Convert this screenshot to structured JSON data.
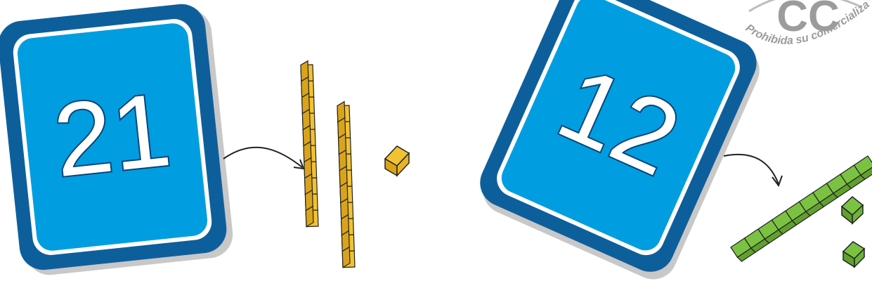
{
  "cards": [
    {
      "number": "21",
      "represents": {
        "tens": 2,
        "ones": 1
      }
    },
    {
      "number": "12",
      "represents": {
        "tens": 1,
        "ones": 2
      }
    }
  ],
  "watermark": {
    "logo_text": "CC",
    "caption": "Prohibida su comercialización."
  },
  "colors": {
    "card_outer": "#0b5e9c",
    "card_inner": "#009ee0",
    "card_border": "#ffffff",
    "blocks_left": "#f1c232",
    "blocks_right": "#7cc242",
    "arrow": "#222222",
    "watermark": "#9c9c9c"
  }
}
